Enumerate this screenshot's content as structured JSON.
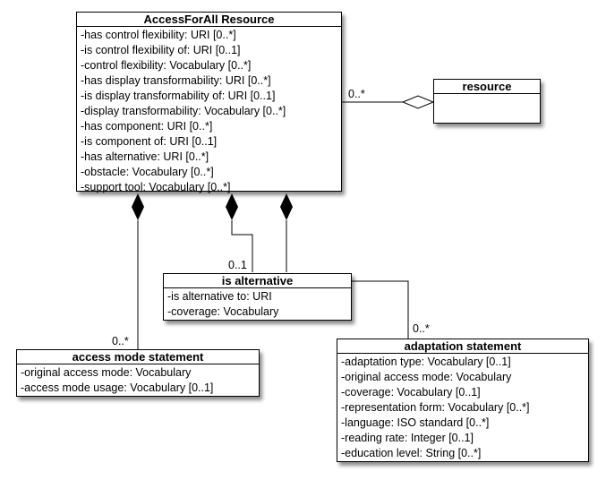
{
  "classes": {
    "accessforall_resource": {
      "name": "AccessForAll Resource",
      "attributes": [
        "-has control flexibility: URI [0..*]",
        "-is control flexibility of: URI [0..1]",
        "-control flexibility: Vocabulary [0..*]",
        "-has display transformability: URI [0..*]",
        "-is display transformability of: URI [0..1]",
        "-display transformability: Vocabulary [0..*]",
        "-has component: URI [0..*]",
        "-is component of: URI [0..1]",
        "-has alternative: URI [0..*]",
        "-obstacle: Vocabulary [0..*]",
        "-support tool: Vocabulary [0..*]"
      ]
    },
    "resource": {
      "name": "resource",
      "attributes": []
    },
    "is_alternative": {
      "name": "is alternative",
      "attributes": [
        "-is alternative to: URI",
        "-coverage: Vocabulary"
      ]
    },
    "access_mode_statement": {
      "name": "access mode statement",
      "attributes": [
        "-original access mode: Vocabulary",
        "-access mode usage: Vocabulary [0..1]"
      ]
    },
    "adaptation_statement": {
      "name": "adaptation statement",
      "attributes": [
        "-adaptation type: Vocabulary [0..1]",
        "-original access mode: Vocabulary",
        "-coverage: Vocabulary [0..1]",
        "-representation form: Vocabulary [0..*]",
        "-language: ISO standard [0..*]",
        "-reading rate: Integer [0..1]",
        "-education level: String [0..*]"
      ]
    }
  },
  "multiplicities": {
    "resource_link": "0..*",
    "is_alternative_link": "0..1",
    "access_mode_link": "0..*",
    "adaptation_link": "0..*"
  }
}
